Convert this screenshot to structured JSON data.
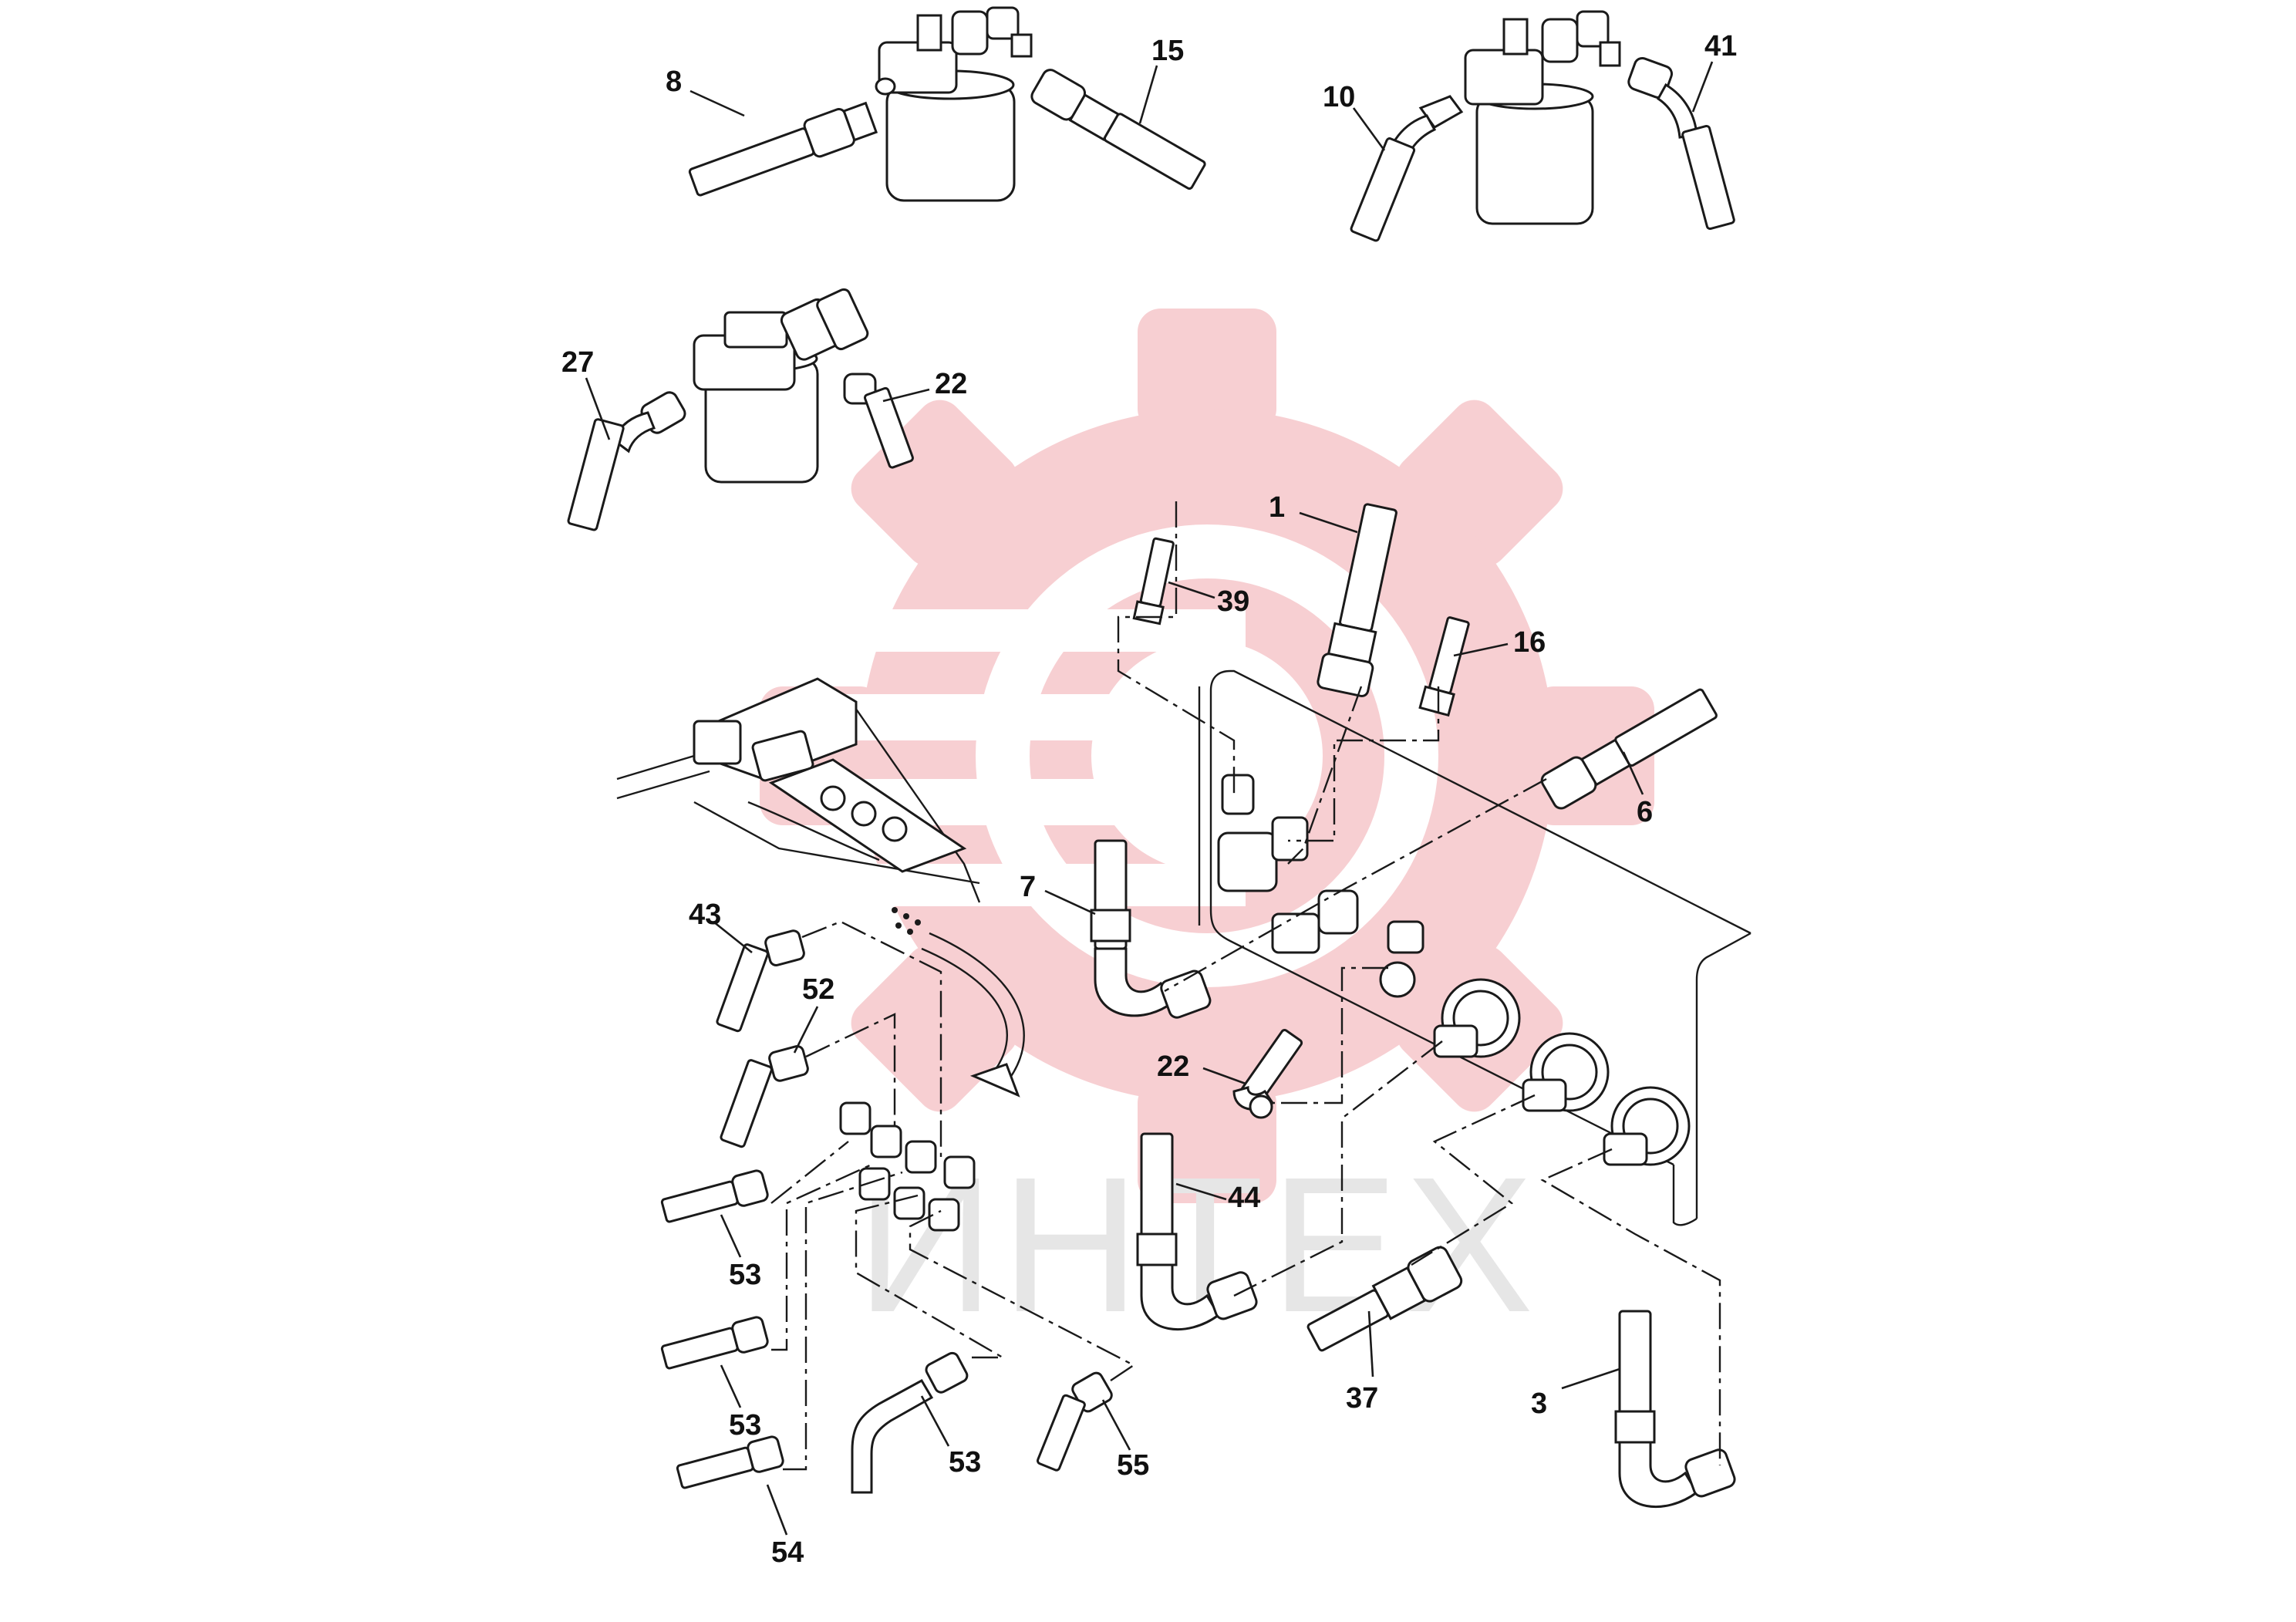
{
  "diagram": {
    "watermark": "ИНТЕХ",
    "callouts": [
      "8",
      "15",
      "10",
      "41",
      "27",
      "22",
      "1",
      "39",
      "16",
      "6",
      "7",
      "43",
      "52",
      "22",
      "53",
      "53",
      "53",
      "54",
      "44",
      "37",
      "3",
      "55"
    ],
    "colors": {
      "logo": "#f6c9cc",
      "line": "#1a1a1a",
      "background": "#ffffff"
    },
    "icons": [
      "gear-logo-icon"
    ]
  }
}
